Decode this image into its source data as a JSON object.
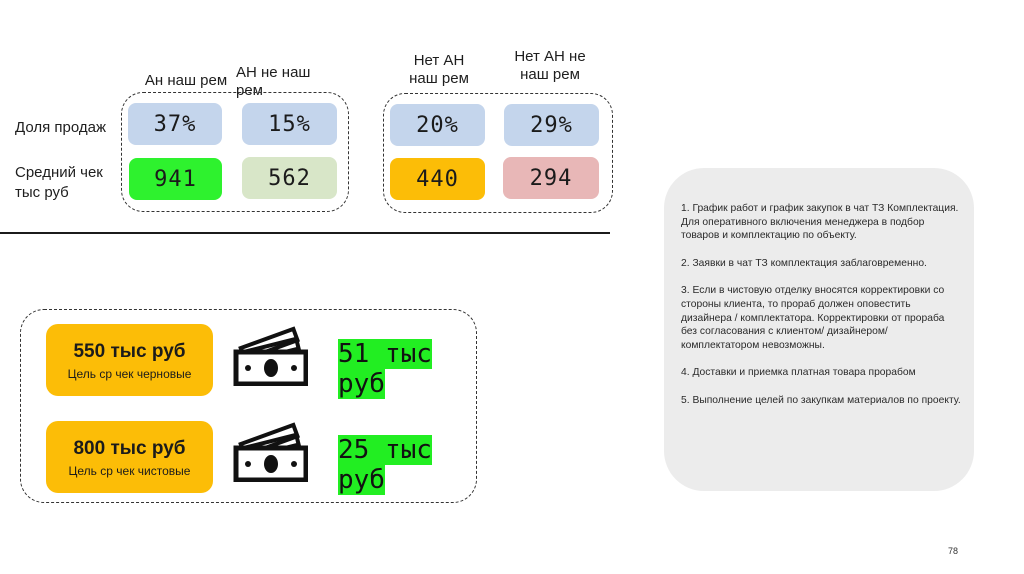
{
  "headers": {
    "an_our": "Ан наш рем",
    "an_not_our": "АН не наш рем",
    "no_an_our": "Нет АН наш рем",
    "no_an_not_our": "Нет АН не наш рем"
  },
  "rows": {
    "share_label": "Доля продаж",
    "avg_check_label": "Средний чек тыс руб"
  },
  "values": {
    "share": [
      "37%",
      "15%",
      "20%",
      "29%"
    ],
    "avg_check": [
      "941",
      "562",
      "440",
      "294"
    ]
  },
  "colors": {
    "share_bg": "#c4d5ec",
    "check_bg": [
      "#2ef22e",
      "#d8e6c8",
      "#fcbd07",
      "#e8b7b7"
    ],
    "goal_bg": "#fcbd07",
    "highlight": "#22ee22"
  },
  "goals": [
    {
      "amount": "550 тыс руб",
      "label": "Цель ср чек черновые",
      "result": "51 тыс руб",
      "icon": "money-icon"
    },
    {
      "amount": "800 тыс руб",
      "label": "Цель ср чек чистовые",
      "result": "25 тыс руб",
      "icon": "money-icon"
    }
  ],
  "notes": [
    "1. График работ и график закупок в чат ТЗ Комплектация. Для оперативного включения менеджера в подбор товаров и комплектацию по объекту.",
    "2. Заявки в чат ТЗ комплектация заблаговременно.",
    "3. Если в чистовую отделку вносятся корректировки со стороны клиента, то прораб должен оповестить дизайнера / комплектатора. Корректировки от прораба без согласования с клиентом/ дизайнером/ комплектатором невозможны.",
    "4. Доставки и приемка платная  товара прорабом",
    "5. Выполнение целей по закупкам материалов по проекту."
  ],
  "page_number": "78"
}
